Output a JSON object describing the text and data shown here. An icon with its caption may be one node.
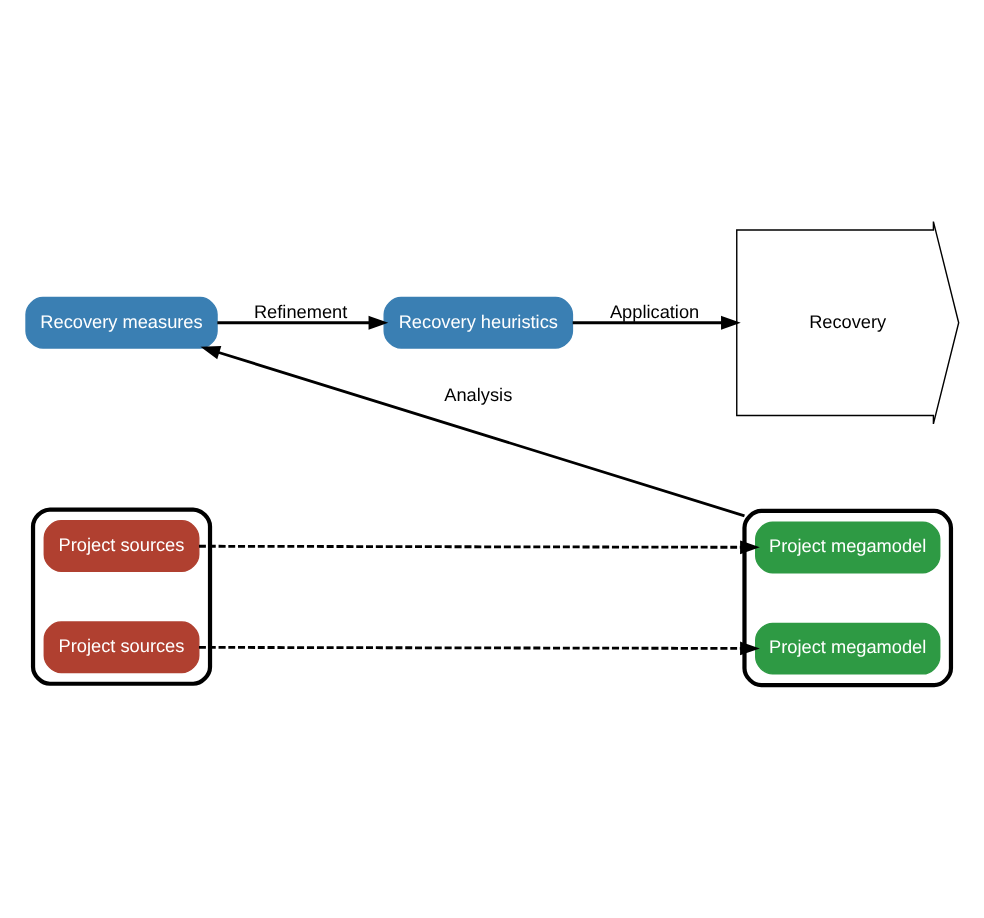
{
  "diagram": {
    "nodes": [
      {
        "text": [
          "Recovery measures"
        ]
      },
      {
        "text": [
          "Recovery heuristics"
        ]
      },
      {
        "text": [],
        "shape": "box"
      },
      {
        "text": [
          "Project sources"
        ],
        "in": 2
      },
      {
        "text": [
          "Project sources"
        ],
        "in": 2
      },
      {
        "text": [
          "Recovery"
        ]
      },
      {
        "text": [],
        "shape": "box"
      },
      {
        "text": [
          "Project megamodel"
        ],
        "in": 6
      },
      {
        "text": [
          "Project megamodel"
        ],
        "in": 6
      }
    ],
    "edges": [
      {
        "from": 0,
        "to": 1,
        "arrow": "to",
        "label": "Refinement"
      },
      {
        "from": 1,
        "to": 5,
        "arrow": "to",
        "label": "Application"
      },
      {
        "from": 6,
        "to": 0,
        "arrow": "to",
        "label": "Analysis"
      },
      {
        "from": 3,
        "to": 7,
        "arrow": "to",
        "style": "dashed"
      },
      {
        "from": 4,
        "to": 8,
        "arrow": "to",
        "style": "dashed"
      }
    ]
  }
}
